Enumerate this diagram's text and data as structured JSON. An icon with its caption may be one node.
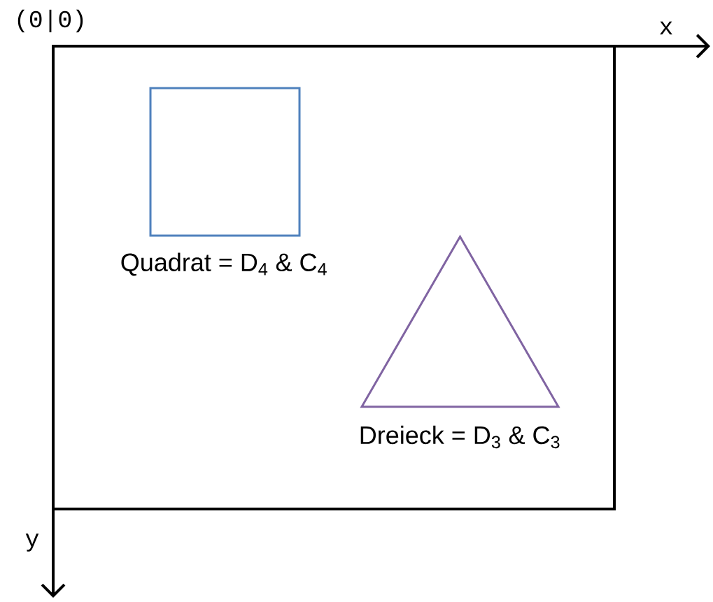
{
  "diagram": {
    "nodes": [
      {
        "text": [],
        "shape": "box"
      },
      {
        "text": [],
        "shape": "box",
        "in": 0,
        "beside": [
          "Quadrat = D$_{4}$ & C$_{4}$"
        ]
      },
      {
        "text": [],
        "shape": "triangle",
        "in": 0,
        "beside": [
          "Dreieck = D$_{3}$ & C$_{3}$"
        ]
      }
    ],
    "edges": [],
    "labels": [
      "(0|0)",
      "x",
      "y"
    ]
  }
}
